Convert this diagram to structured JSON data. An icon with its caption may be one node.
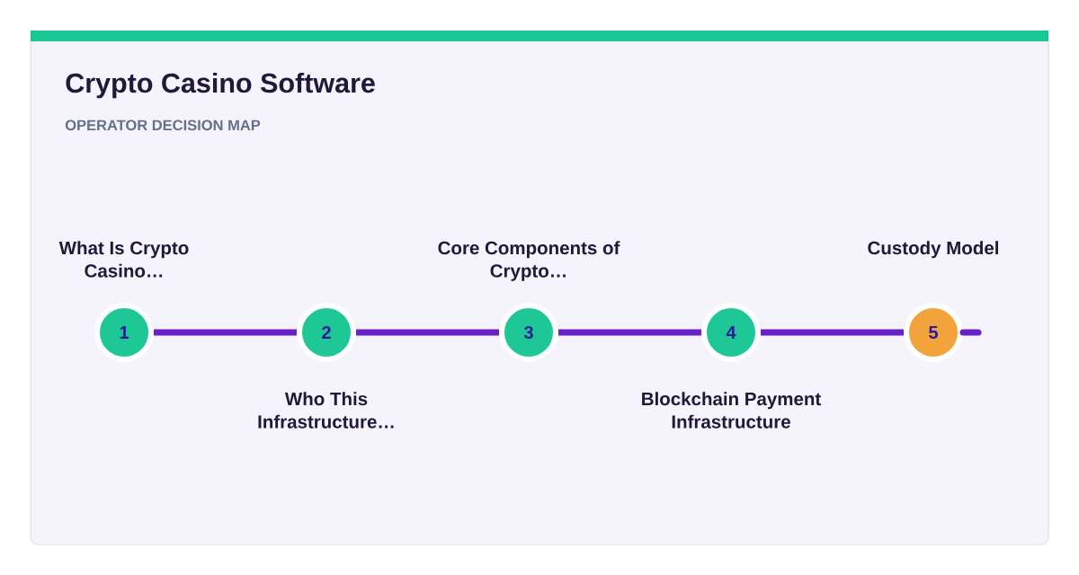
{
  "diagram": {
    "title": "Crypto Casino Software",
    "nodes": [
      {
        "text": [
          "1"
        ],
        "beside": [
          "What Is Crypto Casino…"
        ]
      },
      {
        "text": [
          "2"
        ],
        "beside": [
          "Who This Infrastructure…"
        ]
      },
      {
        "text": [
          "3"
        ],
        "beside": [
          "Core Components of Crypto…"
        ]
      },
      {
        "text": [
          "4"
        ],
        "beside": [
          "Blockchain Payment Infrastructure"
        ]
      },
      {
        "text": [
          "5"
        ],
        "beside": [
          "Custody Model"
        ]
      }
    ],
    "edges": [
      {
        "from": 0,
        "to": 1,
        "arrow": "none"
      },
      {
        "from": 1,
        "to": 2,
        "arrow": "none"
      },
      {
        "from": 2,
        "to": 3,
        "arrow": "none"
      },
      {
        "from": 3,
        "to": 4,
        "arrow": "none"
      },
      {
        "from": 4,
        "to": null,
        "arrow": "none"
      }
    ],
    "labels": [
      "OPERATOR DECISION MAP"
    ]
  }
}
